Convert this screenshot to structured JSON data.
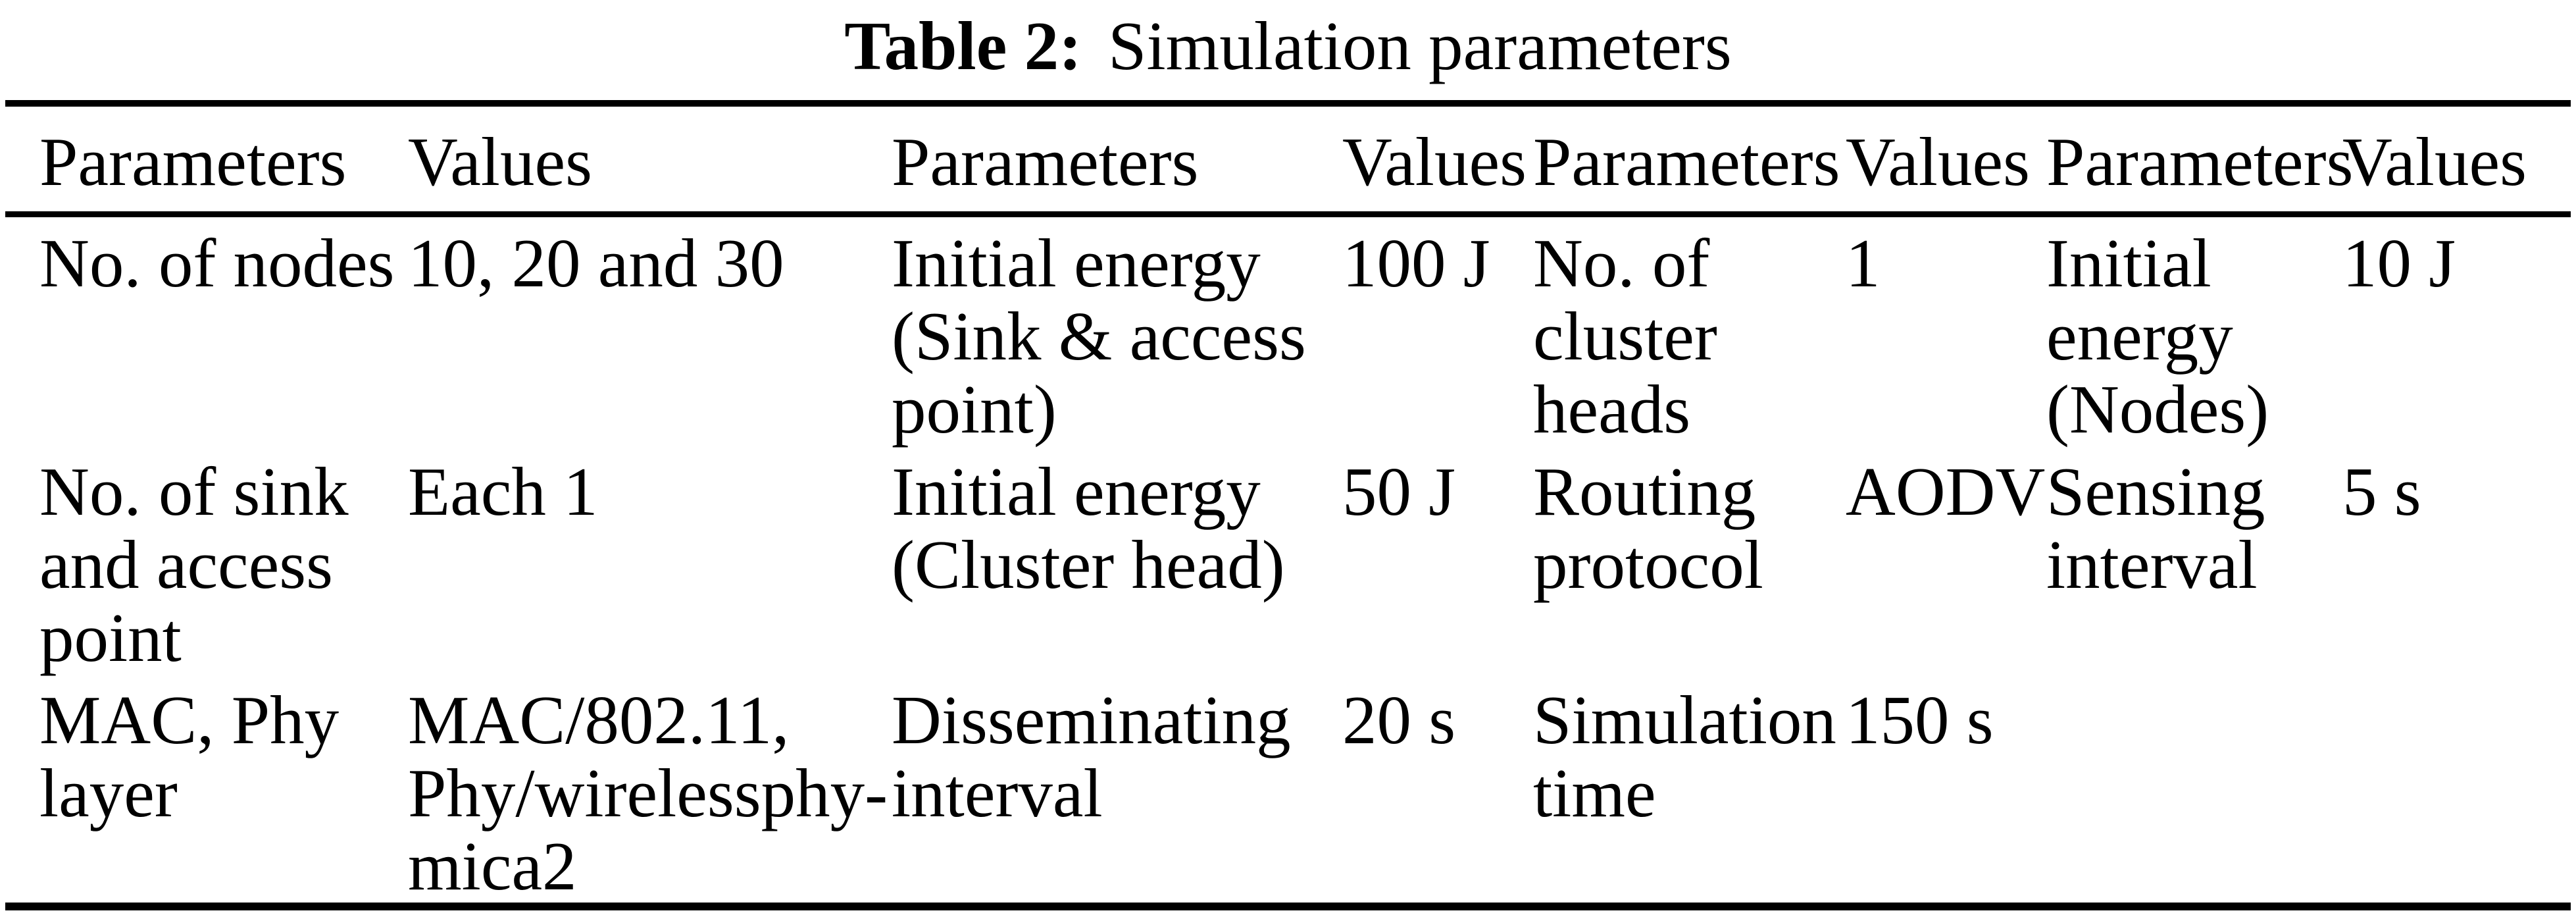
{
  "caption": {
    "label": "Table 2:",
    "title": "Simulation parameters"
  },
  "colors": {
    "text": "#000000",
    "rule": "#000000",
    "background": "#ffffff"
  },
  "table": {
    "headers": [
      "Parameters",
      "Values",
      "Parameters",
      "Values",
      "Parameters",
      "Values",
      "Parameters",
      "Values"
    ],
    "rows": [
      [
        "No. of nodes",
        "10, 20 and 30",
        "Initial energy\n(Sink & access\npoint)",
        "100 J",
        "No. of\ncluster\nheads",
        "1",
        "Initial\nenergy\n(Nodes)",
        "10 J"
      ],
      [
        "No. of sink\nand access\npoint",
        "Each 1",
        "Initial energy\n(Cluster head)",
        "50 J",
        "Routing\nprotocol",
        "AODV",
        "Sensing\ninterval",
        "5 s"
      ],
      [
        "MAC, Phy\nlayer",
        "MAC/802.11,\nPhy/wirelessphy-\nmica2",
        "Disseminating\ninterval",
        "20 s",
        "Simulation\ntime",
        "150 s",
        "",
        ""
      ]
    ]
  }
}
